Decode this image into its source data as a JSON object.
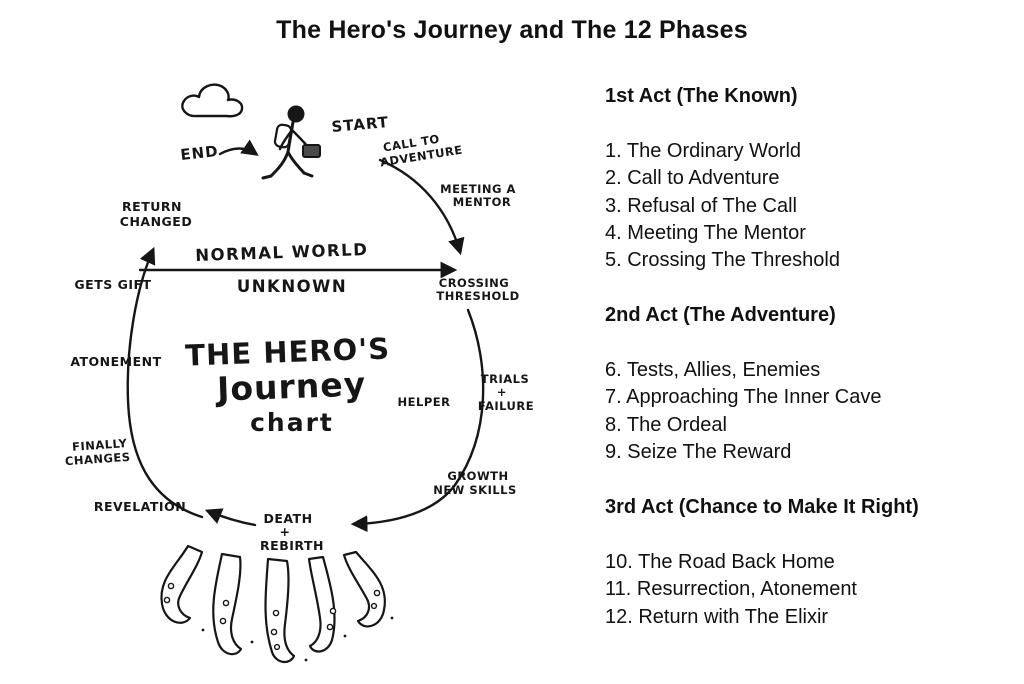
{
  "title": "The Hero's Journey and The 12 Phases",
  "colors": {
    "ink": "#161616",
    "background": "#ffffff"
  },
  "diagram": {
    "center": [
      "THE HERO'S",
      "Journey",
      "chart"
    ],
    "labels": {
      "end": "END",
      "start": "START",
      "call": [
        "CALL TO",
        "ADVENTURE"
      ],
      "mentor": [
        "MEETING A",
        "MENTOR"
      ],
      "return_changed": [
        "RETURN",
        "CHANGED"
      ],
      "normal_world": "NORMAL WORLD",
      "unknown": "UNKNOWN",
      "gets_gift": "GETS GIFT",
      "crossing": [
        "CROSSING",
        "THRESHOLD"
      ],
      "atonement": "ATONEMENT",
      "helper": "HELPER",
      "trials": [
        "TRIALS",
        "+",
        "FAILURE"
      ],
      "finally_changes": [
        "FINALLY",
        "CHANGES"
      ],
      "growth": [
        "GROWTH",
        "NEW SKILLS"
      ],
      "revelation": "REVELATION",
      "death": [
        "DEATH",
        "+",
        "REBIRTH"
      ]
    }
  },
  "acts": [
    {
      "heading": "1st Act (The Known)",
      "items": [
        "1. The Ordinary World",
        "2. Call to Adventure",
        "3. Refusal of The Call",
        "4. Meeting The Mentor",
        "5. Crossing The Threshold"
      ]
    },
    {
      "heading": "2nd Act (The Adventure)",
      "items": [
        "6. Tests, Allies, Enemies",
        "7. Approaching The Inner Cave",
        "8. The Ordeal",
        "9. Seize The Reward"
      ]
    },
    {
      "heading": "3rd Act (Chance to Make It Right)",
      "items": [
        "10. The Road Back Home",
        "11. Resurrection, Atonement",
        "12. Return with The Elixir"
      ]
    }
  ]
}
